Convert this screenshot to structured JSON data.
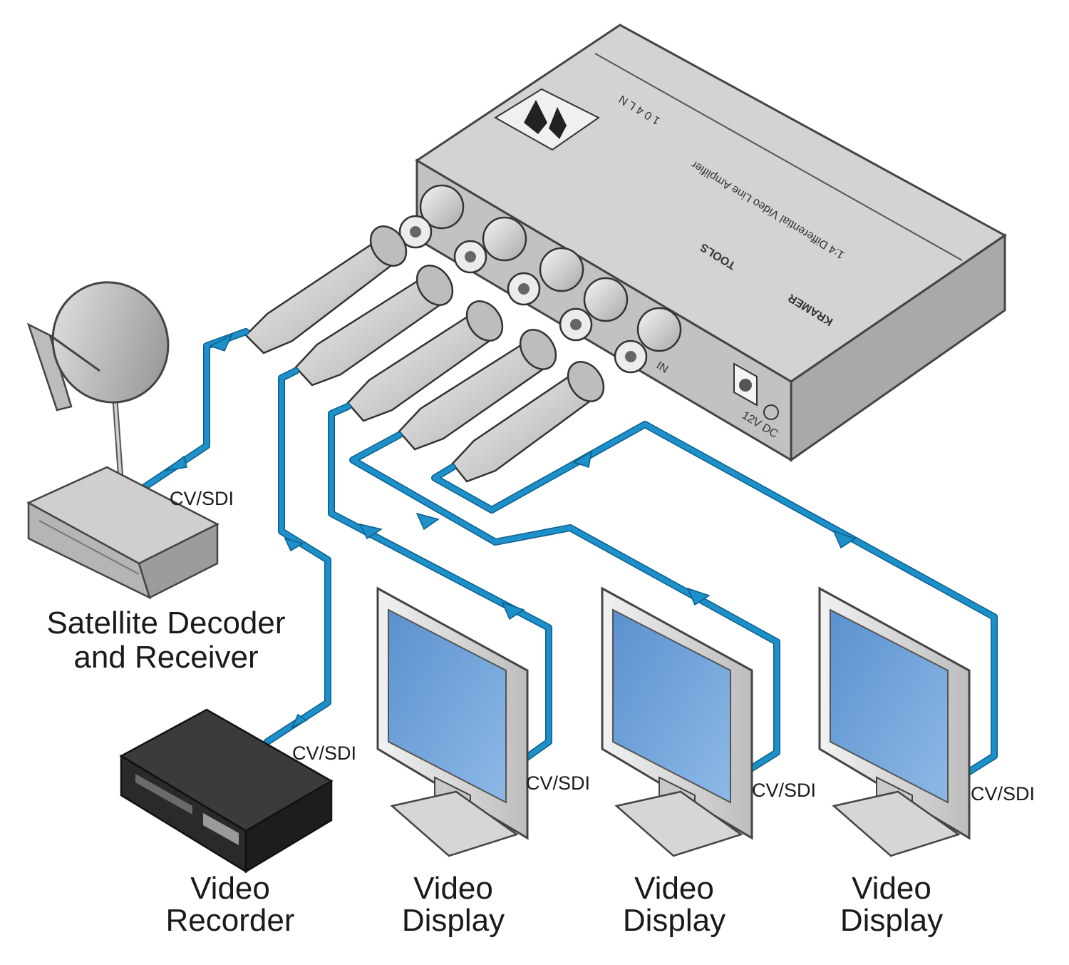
{
  "device": {
    "brand": "KRAMER",
    "series": "TOOLS",
    "model": "1 0 4 L N",
    "description": "1:4 Differential Video Line Amplifier",
    "input_label": "IN",
    "power_label": "12V DC"
  },
  "sources": {
    "decoder_line1": "Satellite Decoder",
    "decoder_line2": "and Receiver",
    "recorder_line1": "Video",
    "recorder_line2": "Recorder"
  },
  "displays": [
    {
      "line1": "Video",
      "line2": "Display",
      "cable": "CV/SDI"
    },
    {
      "line1": "Video",
      "line2": "Display",
      "cable": "CV/SDI"
    },
    {
      "line1": "Video",
      "line2": "Display",
      "cable": "CV/SDI"
    }
  ],
  "cable_labels": {
    "decoder": "CV/SDI",
    "recorder": "CV/SDI"
  },
  "colors": {
    "cable": "#1d8fc9",
    "screen": "#6ea3d8",
    "chassis": "#cfcfcf"
  }
}
